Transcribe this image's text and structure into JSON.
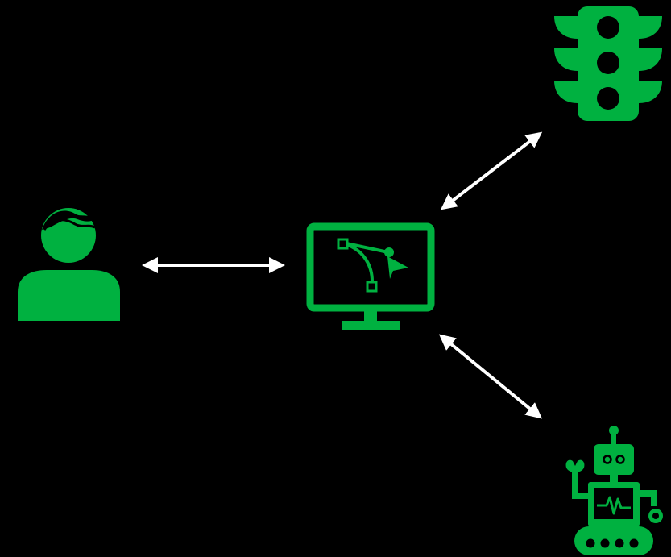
{
  "diagram": {
    "background": "#000000",
    "icon_color": "#00b140",
    "arrow_color": "#ffffff",
    "nodes": [
      {
        "id": "user",
        "icon": "user-icon"
      },
      {
        "id": "monitor",
        "icon": "vector-design-monitor-icon"
      },
      {
        "id": "traffic-light",
        "icon": "traffic-light-icon"
      },
      {
        "id": "robot",
        "icon": "robot-icon"
      }
    ],
    "connections": [
      {
        "from": "user",
        "to": "monitor",
        "direction": "bidirectional"
      },
      {
        "from": "monitor",
        "to": "traffic-light",
        "direction": "bidirectional"
      },
      {
        "from": "monitor",
        "to": "robot",
        "direction": "bidirectional"
      }
    ]
  }
}
